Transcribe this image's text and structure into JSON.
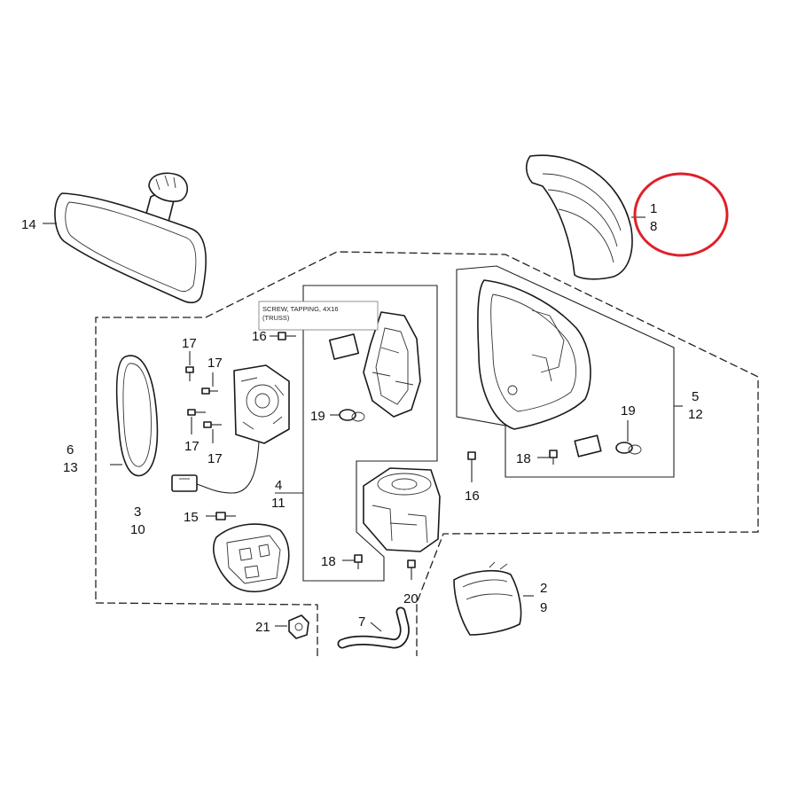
{
  "tooltip": {
    "line1": "SCREW, TAPPING, 4X16",
    "line2": "(TRUSS)"
  },
  "labels": {
    "p14": "14",
    "p1": "1",
    "p8": "8",
    "p16a": "16",
    "p17a": "17",
    "p17b": "17",
    "p17c": "17",
    "p17d": "17",
    "p19a": "19",
    "p19b": "19",
    "p18a": "18",
    "p18b": "18",
    "p16b": "16",
    "p5": "5",
    "p12": "12",
    "p6": "6",
    "p13": "13",
    "p3": "3",
    "p10": "10",
    "p4": "4",
    "p11": "11",
    "p15": "15",
    "p20": "20",
    "p2": "2",
    "p9": "9",
    "p7": "7",
    "p21": "21"
  },
  "colors": {
    "highlight": "#e0202a",
    "line": "#1a1a1a"
  }
}
